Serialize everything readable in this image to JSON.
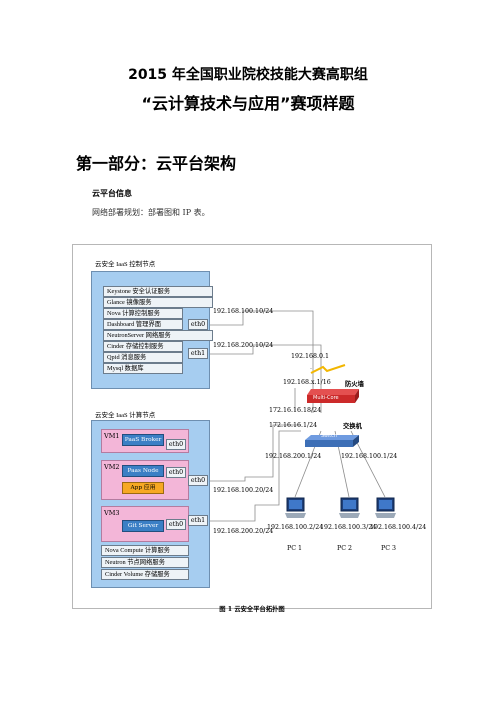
{
  "header": {
    "title_line1": "2015 年全国职业院校技能大赛高职组",
    "title_line2": "“云计算技术与应用”赛项样题"
  },
  "section": {
    "heading": "第一部分：云平台架构",
    "subheading": "云平台信息",
    "intro": "网络部署规划：部署图和 IP 表。"
  },
  "diagram": {
    "control_node": {
      "title": "云安全 IaaS 控制节点",
      "services": [
        "Keystone 安全认证服务",
        "Glance 镜像服务",
        "Nova 计算控制服务",
        "Dashboard 管理界面",
        "NeutronServer 网络服务",
        "Cinder 存储控制服务",
        "Qpid 消息服务",
        "Mysql 数据库"
      ],
      "eth0": "eth0",
      "eth1": "eth1",
      "ip_eth0": "192.168.100.10/24",
      "ip_eth1": "192.168.200.10/24"
    },
    "compute_node": {
      "title": "云安全 IaaS 计算节点",
      "vms": [
        {
          "label": "VM1",
          "app": "PaaS Broker",
          "eth": "eth0"
        },
        {
          "label": "VM2",
          "app": "Paas Node",
          "app2": "App 应用",
          "eth": "eth0"
        },
        {
          "label": "VM3",
          "app": "Git Server",
          "eth": "eth0"
        }
      ],
      "services": [
        "Nova Compute 计算服务",
        "Neutron 节点网络服务",
        "Cinder Volume 存储服务"
      ],
      "eth0": "eth0",
      "eth1": "eth1",
      "ip_eth0": "192.168.100.20/24",
      "ip_eth1": "192.168.200.20/24"
    },
    "network": {
      "gateway_ip": "192.168.0.1",
      "firewall_wan": "192.168.x.1/16",
      "firewall_label": "防火墙",
      "firewall_brand": "Multi-Core",
      "firewall_lan": "172.16.16.18/24",
      "switch_ip": "172.16.16.1/24",
      "switch_label": "交换机",
      "switch_brand": "Switch",
      "net200": "192.168.200.1/24",
      "net100": "192.168.100.1/24",
      "pc_ips": [
        "192.168.100.2/24",
        "192.168.100.3/24",
        "192.168.100.4/24"
      ],
      "pcs": [
        "PC 1",
        "PC 2",
        "PC 3"
      ]
    },
    "caption": "图 1 云安全平台拓扑图"
  },
  "colors": {
    "node_fill": "#a6cdf0",
    "vm_fill": "#f3b6d8",
    "app_blue": "#3b7fc5",
    "app_orange": "#f7a823",
    "firewall_red": "#cc2a2a",
    "switch_blue": "#3d6fb6"
  }
}
